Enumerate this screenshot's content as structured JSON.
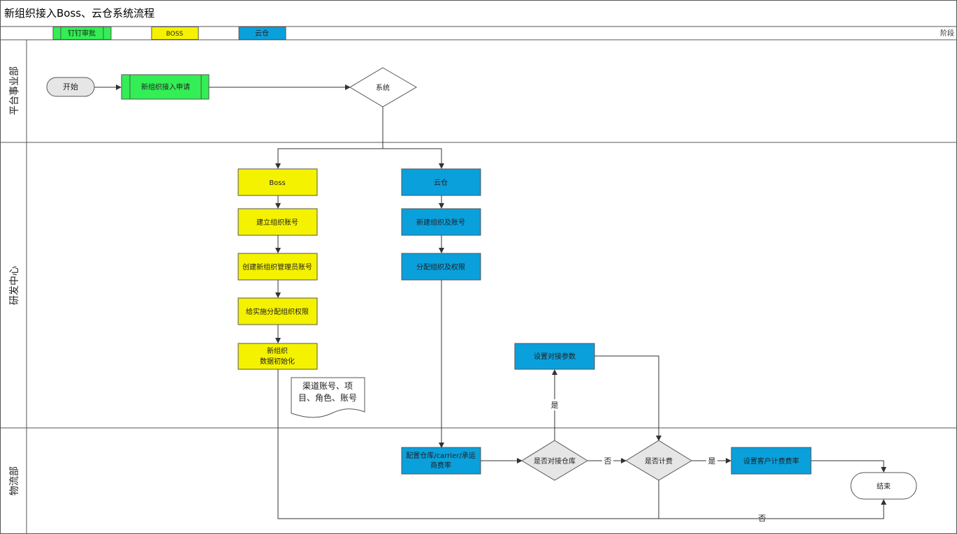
{
  "title": "新组织接入Boss、云仓系统流程",
  "phase_label": "阶段",
  "legend": [
    {
      "label": "钉钉审批",
      "color": "#33ee55",
      "style": "process"
    },
    {
      "label": "BOSS",
      "color": "#f5f200",
      "style": "plain"
    },
    {
      "label": "云仓",
      "color": "#0aa0dc",
      "style": "plain"
    }
  ],
  "lanes": [
    {
      "label": "平台事业部"
    },
    {
      "label": "研发中心"
    },
    {
      "label": "物流部"
    }
  ],
  "nodes": {
    "start": "开始",
    "apply": "新组织接入申请",
    "system": "系统",
    "boss": "Boss",
    "boss_account": "建立组织账号",
    "boss_admin": "创建新组织管理员账号",
    "boss_perm": "给实施分配组织权限",
    "boss_init": [
      "新组织",
      "数据初始化"
    ],
    "note": [
      "渠道账号、项",
      "目、角色、账号"
    ],
    "yc": "云仓",
    "yc_account": "新建组织及账号",
    "yc_perm": "分配组织及权限",
    "set_params": "设置对接参数",
    "config_wh": [
      "配置仓库/carrier/承运",
      "商费率"
    ],
    "q_wh": "是否对接仓库",
    "q_fee": "是否计费",
    "set_fee": "设置客户计费费率",
    "end": "结束"
  },
  "edge_labels": {
    "yes_up": "是",
    "no_right": "否",
    "yes_right": "是",
    "no_bottom": "否"
  },
  "colors": {
    "green": "#33ee55",
    "yellow": "#f5f200",
    "blue": "#0aa0dc",
    "gray": "#e6e6e6",
    "line": "#333333",
    "border": "#555555"
  }
}
